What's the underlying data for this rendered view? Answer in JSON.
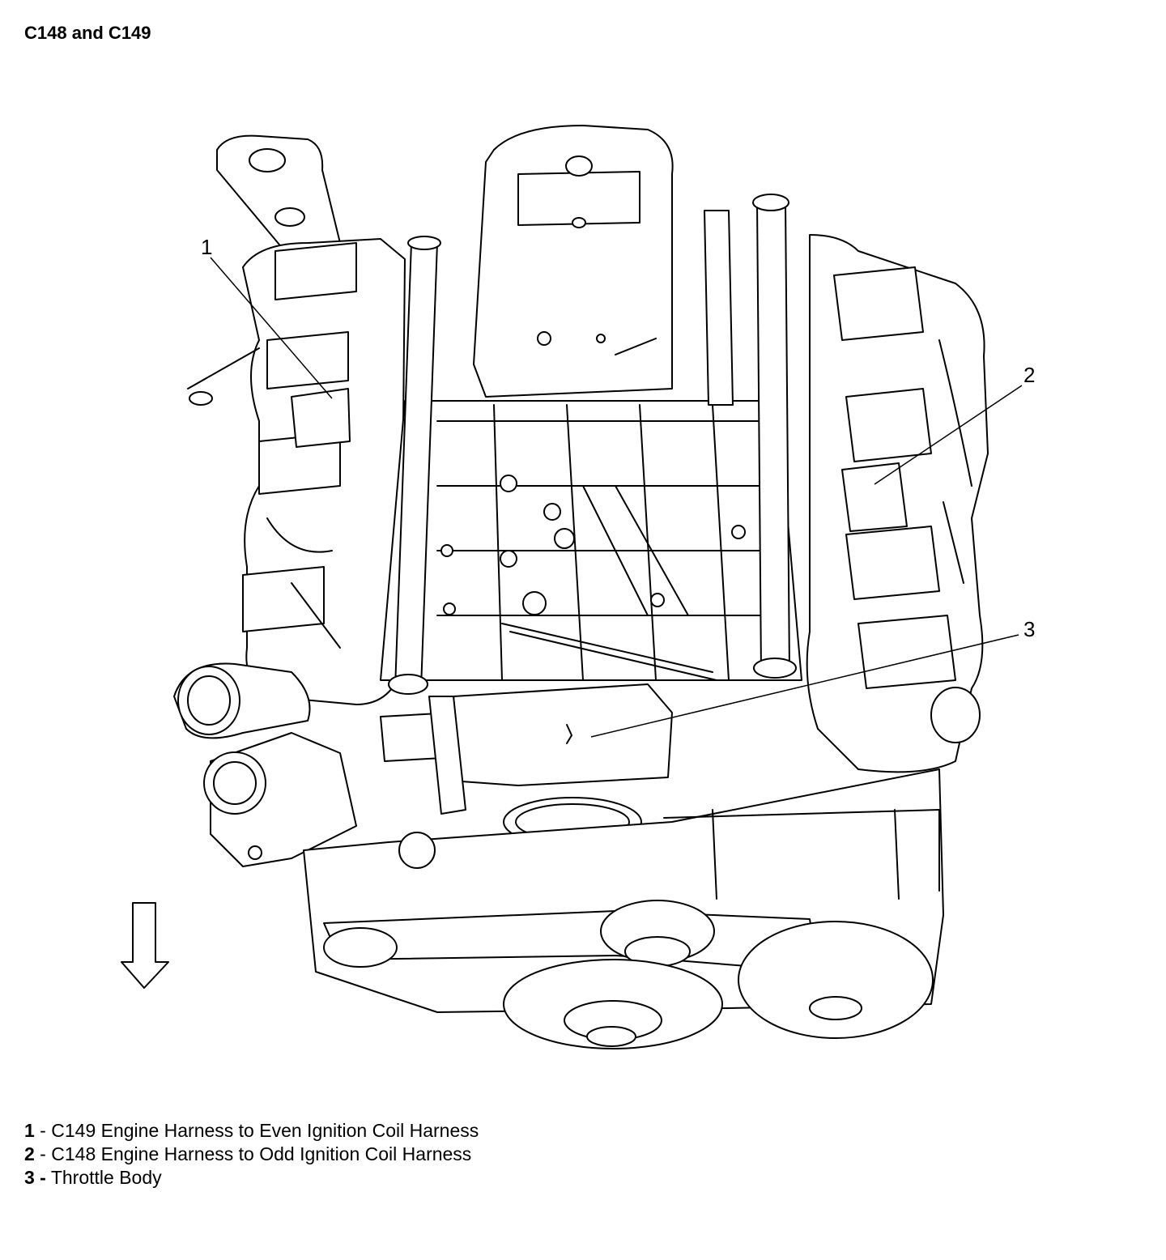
{
  "title": "C148 and C149",
  "callouts": [
    "1",
    "2",
    "3"
  ],
  "legend": [
    {
      "num": "1",
      "sep": " - ",
      "text": "C149 Engine Harness to Even Ignition Coil Harness"
    },
    {
      "num": "2",
      "sep": " - ",
      "text": "C148 Engine Harness to Odd Ignition Coil Harness"
    },
    {
      "num": "3 -",
      "sep": " ",
      "text": "Throttle Body"
    }
  ]
}
